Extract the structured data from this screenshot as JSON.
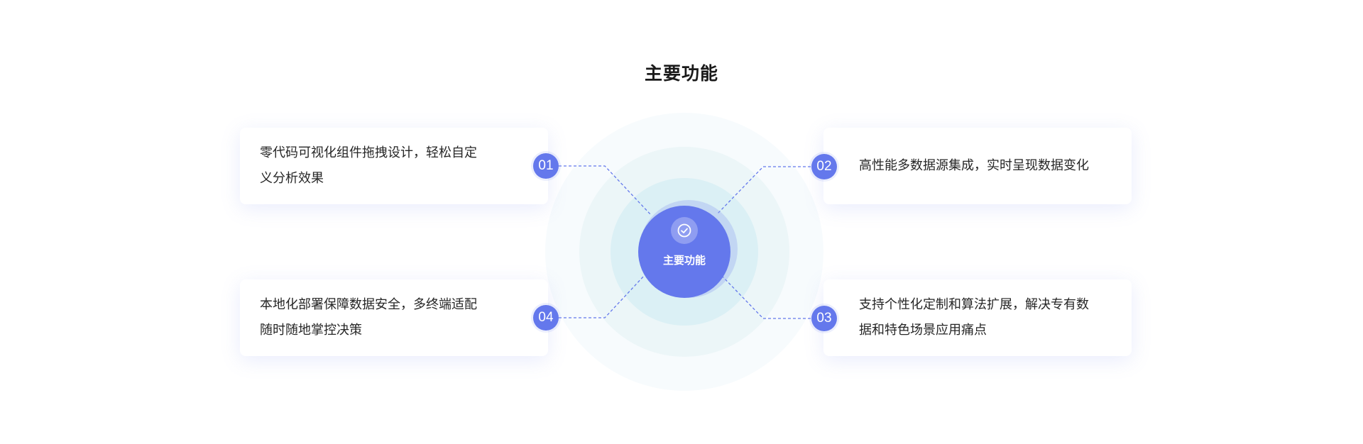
{
  "page": {
    "title": "主要功能"
  },
  "center": {
    "label": "主要功能",
    "icon": "check-circle-icon"
  },
  "features": [
    {
      "number": "01",
      "text_line1": "零代码可视化组件拖拽设计，轻松自定",
      "text_line2": "义分析效果"
    },
    {
      "number": "02",
      "text_line1": "高性能多数据源集成，实时呈现数据变化",
      "text_line2": ""
    },
    {
      "number": "03",
      "text_line1": "支持个性化定制和算法扩展，解决专有数",
      "text_line2": "据和特色场景应用痛点"
    },
    {
      "number": "04",
      "text_line1": "本地化部署保障数据安全，多终端适配",
      "text_line2": "随时随地掌控决策"
    }
  ],
  "colors": {
    "accent": "#6478ec",
    "ring_outer": "#f7fbfd",
    "ring_middle": "#ecf6f8",
    "ring_inner": "#dbf0f5"
  }
}
